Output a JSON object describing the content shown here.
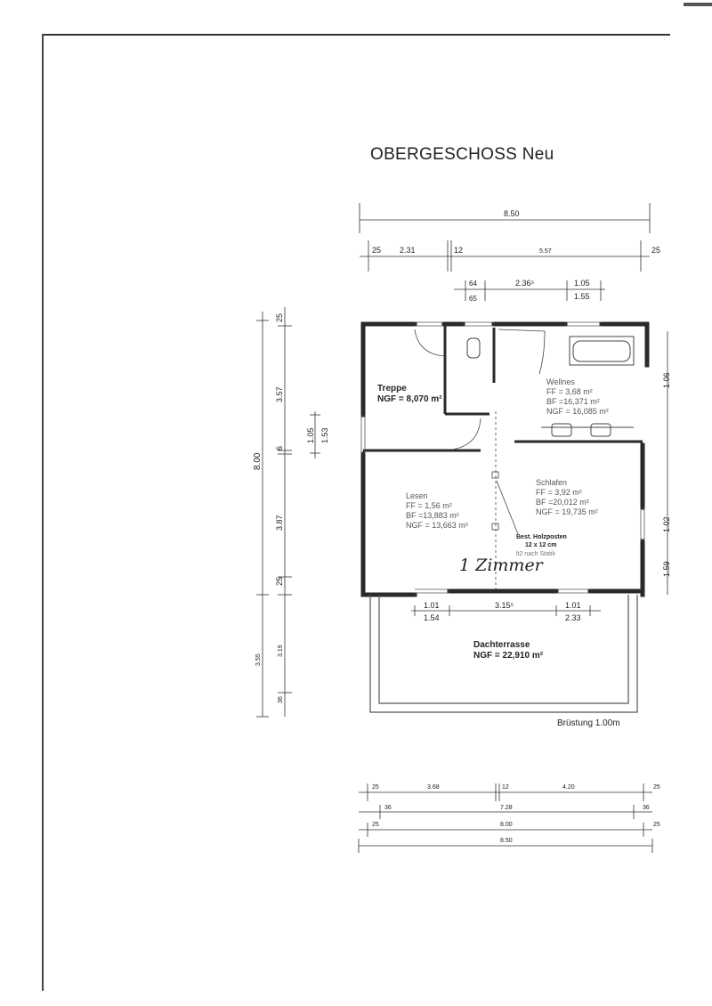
{
  "title": "OBERGESCHOSS Neu",
  "top_dimensions": {
    "total": "8.50",
    "row2": [
      "25",
      "2.31",
      "12",
      "5.57",
      "25"
    ],
    "row3": [
      "64",
      "65",
      "2.36⁵",
      "1.05",
      "1.55"
    ]
  },
  "left_dimensions": {
    "outer_total": "8.00",
    "segments": [
      "25",
      "3.57",
      "6",
      "3.87",
      "25"
    ],
    "window": [
      "1.05",
      "1.53"
    ],
    "terrace": [
      "3.55",
      "3.19",
      "36"
    ]
  },
  "right_dimensions": [
    "1.06",
    "1.02",
    "1.59"
  ],
  "rooms": {
    "treppe": {
      "name": "Treppe",
      "ngf": "NGF = 8,070 m²"
    },
    "wellnes": {
      "name": "Wellnes",
      "ff": "FF = 3,68 m²",
      "bf": "BF =16,371 m²",
      "ngf": "NGF = 16,085 m²"
    },
    "lesen": {
      "name": "Lesen",
      "ff": "FF = 1,56 m²",
      "bf": "BF =13,883 m²",
      "ngf": "NGF = 13,663 m²"
    },
    "schlafen": {
      "name": "Schlafen",
      "ff": "FF = 3,92 m²",
      "bf": "BF =20,012 m²",
      "ngf": "NGF = 19,735 m²"
    },
    "dachterrasse": {
      "name": "Dachterrasse",
      "ngf": "NGF = 22,910 m²"
    }
  },
  "post_note": {
    "line1": "Best. Holzposten",
    "line2": "12 x 12 cm",
    "line3": "lt2 nach Statik"
  },
  "handwritten_note": "1 Zimmer",
  "window_dimensions": {
    "left_top": "1.01",
    "left_bottom": "1.54",
    "middle": "3.15⁵",
    "right_top": "1.01",
    "right_bottom": "2.33"
  },
  "bruestung": "Brüstung 1.00m",
  "bottom_dimensions": {
    "row1": [
      "25",
      "3.68",
      "12",
      "4.20",
      "25"
    ],
    "row2": [
      "36",
      "7.28",
      "36"
    ],
    "row3": [
      "25",
      "8.00",
      "25"
    ],
    "row4": "8.50"
  },
  "colors": {
    "line": "#333333",
    "wall": "#2a2a2a",
    "text": "#222222"
  }
}
